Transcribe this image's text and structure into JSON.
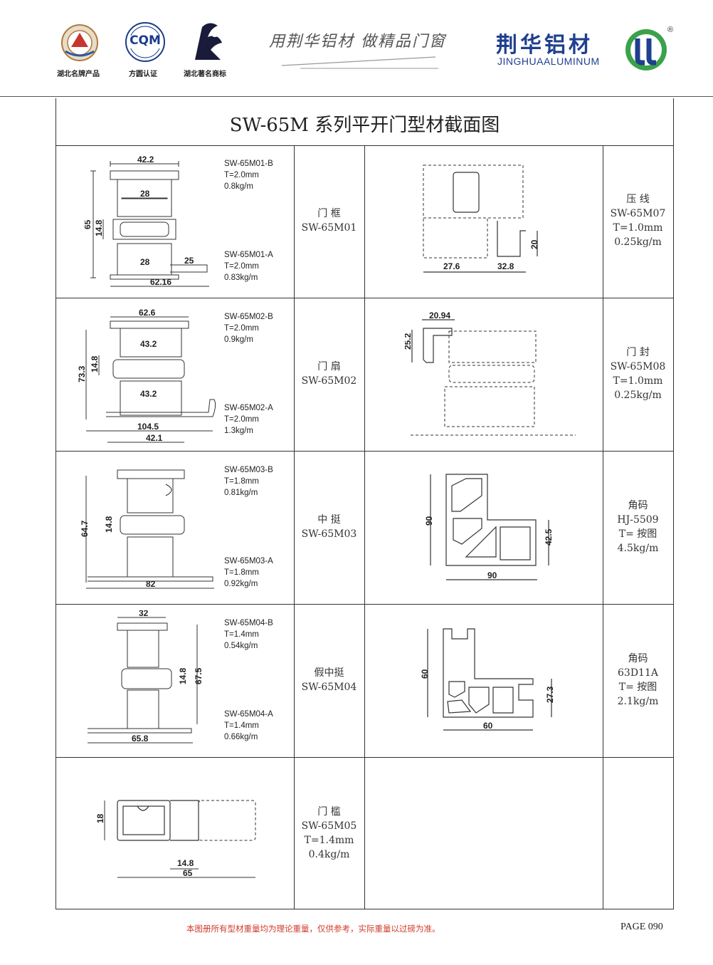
{
  "header": {
    "logos": [
      {
        "icon": "hubei-brand-emblem-icon",
        "caption": "湖北名牌产品"
      },
      {
        "icon": "cqm-certification-icon",
        "caption": "方圆认证",
        "mark_text": "CQM"
      },
      {
        "icon": "hubei-trademark-icon",
        "caption": "湖北著名商标"
      }
    ],
    "slogan": "用荆华铝材  做精品门窗",
    "brand_cn": "荆华铝材",
    "brand_en": "JINGHUAALUMINUM",
    "registered_mark": "®",
    "brand_color": "#1f3f8f",
    "logo_green": "#3aa24a"
  },
  "title": "SW-65M 系列平开门型材截面图",
  "rows": [
    {
      "left": {
        "spec_b": [
          "SW-65M01-B",
          "T=2.0mm",
          "0.8kg/m"
        ],
        "spec_a": [
          "SW-65M01-A",
          "T=2.0mm",
          "0.83kg/m"
        ],
        "dims": [
          "42.2",
          "28",
          "65",
          "14.8",
          "28",
          "25",
          "62.16"
        ]
      },
      "left_label": [
        "门 框",
        "SW-65M01"
      ],
      "right": {
        "dims": [
          "27.6",
          "32.8",
          "20"
        ]
      },
      "right_label": [
        "压 线",
        "SW-65M07",
        "T=1.0mm",
        "0.25kg/m"
      ]
    },
    {
      "left": {
        "spec_b": [
          "SW-65M02-B",
          "T=2.0mm",
          "0.9kg/m"
        ],
        "spec_a": [
          "SW-65M02-A",
          "T=2.0mm",
          "1.3kg/m"
        ],
        "dims": [
          "62.6",
          "43.2",
          "73.3",
          "14.8",
          "43.2",
          "104.5",
          "42.1"
        ]
      },
      "left_label": [
        "门 扇",
        "SW-65M02"
      ],
      "right": {
        "dims": [
          "20.94",
          "25.2"
        ]
      },
      "right_label": [
        "门 封",
        "SW-65M08",
        "T=1.0mm",
        "0.25kg/m"
      ]
    },
    {
      "left": {
        "spec_b": [
          "SW-65M03-B",
          "T=1.8mm",
          "0.81kg/m"
        ],
        "spec_a": [
          "SW-65M03-A",
          "T=1.8mm",
          "0.92kg/m"
        ],
        "dims": [
          "64.7",
          "14.8",
          "82"
        ]
      },
      "left_label": [
        "中 挺",
        "SW-65M03"
      ],
      "right": {
        "dims": [
          "90",
          "90",
          "42.5"
        ]
      },
      "right_label": [
        "角码",
        "HJ-5509",
        "T= 按图",
        "4.5kg/m"
      ]
    },
    {
      "left": {
        "spec_b": [
          "SW-65M04-B",
          "T=1.4mm",
          "0.54kg/m"
        ],
        "spec_a": [
          "SW-65M04-A",
          "T=1.4mm",
          "0.66kg/m"
        ],
        "dims": [
          "32",
          "14.8",
          "67.5",
          "65.8"
        ]
      },
      "left_label": [
        "假中挺",
        "SW-65M04"
      ],
      "right": {
        "dims": [
          "60",
          "60",
          "27.3"
        ]
      },
      "right_label": [
        "角码",
        "63D11A",
        "T= 按图",
        "2.1kg/m"
      ]
    },
    {
      "left": {
        "dims": [
          "18",
          "14.8",
          "65"
        ]
      },
      "left_label": [
        "门 槛",
        "SW-65M05",
        "T=1.4mm",
        "0.4kg/m"
      ]
    }
  ],
  "footer": {
    "note": "本图册所有型材重量均为理论重量，仅供参考，实际重量以过磅为准。",
    "note_color": "#d23b2b",
    "page": "PAGE 090"
  }
}
